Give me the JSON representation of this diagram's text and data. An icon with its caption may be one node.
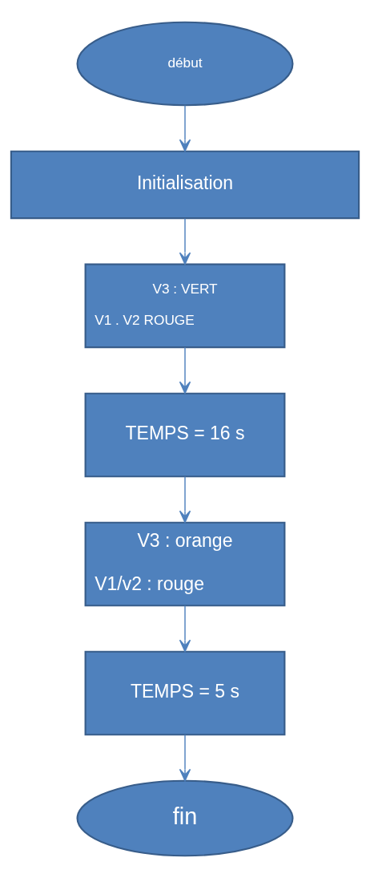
{
  "diagram": {
    "nodes": [
      {
        "text": [
          "début"
        ]
      },
      {
        "text": [
          "Initialisation"
        ]
      },
      {
        "text": [
          "V3 : VERT",
          "V1 . V2 ROUGE"
        ]
      },
      {
        "text": [
          "TEMPS = 16 s"
        ]
      },
      {
        "text": [
          "V3 : orange",
          "V1/v2 : rouge"
        ]
      },
      {
        "text": [
          "TEMPS = 5 s"
        ]
      },
      {
        "text": [
          "fin"
        ]
      }
    ],
    "edges": [
      {
        "from": 0,
        "to": 1,
        "arrow": "to"
      },
      {
        "from": 1,
        "to": 2,
        "arrow": "to"
      },
      {
        "from": 2,
        "to": 3,
        "arrow": "to"
      },
      {
        "from": 3,
        "to": 4,
        "arrow": "to"
      },
      {
        "from": 4,
        "to": 5,
        "arrow": "to"
      },
      {
        "from": 5,
        "to": 6,
        "arrow": "to"
      }
    ]
  }
}
